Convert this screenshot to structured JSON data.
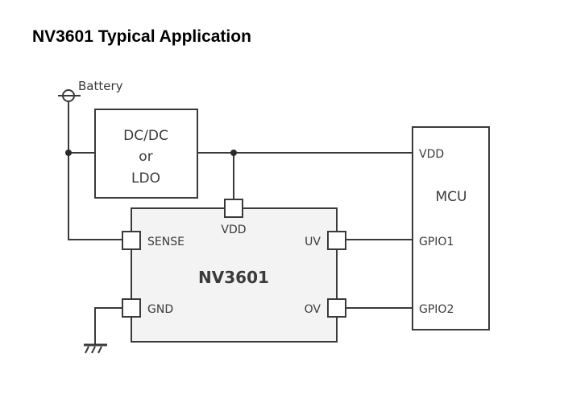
{
  "title": "NV3601 Typical Application",
  "colors": {
    "line": "#3a3a3a",
    "chip_fill": "#f3f3f3",
    "background": "#ffffff"
  },
  "diagram": {
    "battery": {
      "label": "Battery",
      "icon": "battery-terminal-icon"
    },
    "regulator": {
      "line1": "DC/DC",
      "line2": "or",
      "line3": "LDO"
    },
    "chip": {
      "name": "NV3601",
      "pins": {
        "vdd": "VDD",
        "sense": "SENSE",
        "gnd": "GND",
        "uv": "UV",
        "ov": "OV"
      }
    },
    "mcu": {
      "name": "MCU",
      "pins": {
        "vdd": "VDD",
        "gpio1": "GPIO1",
        "gpio2": "GPIO2"
      }
    },
    "ground": {
      "icon": "ground-icon"
    }
  }
}
